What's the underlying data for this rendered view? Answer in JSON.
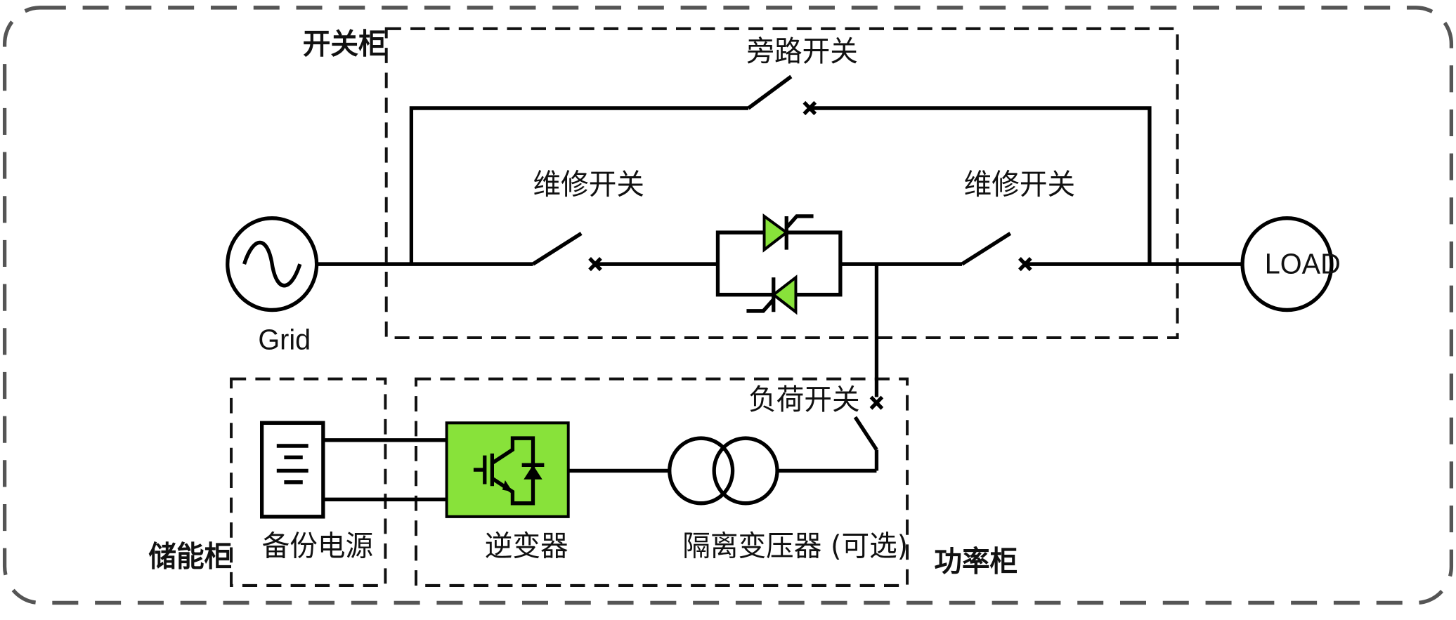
{
  "labels": {
    "switch_cabinet": "开关柜",
    "bypass_switch": "旁路开关",
    "maintenance_switch_left": "维修开关",
    "maintenance_switch_right": "维修开关",
    "grid": "Grid",
    "load": "LOAD",
    "load_switch": "负荷开关",
    "storage_cabinet": "储能柜",
    "backup_power": "备份电源",
    "inverter": "逆变器",
    "isolation_transformer": "隔离变压器 (可选)",
    "power_cabinet": "功率柜"
  },
  "colors": {
    "accent_green": "#88e23a",
    "line": "#000000",
    "frame_dash": "#555555"
  },
  "icons": {
    "grid_source": "ac-sine-source-icon",
    "thyristor": "thyristor-icon",
    "igbt": "igbt-diode-icon",
    "transformer": "transformer-icon",
    "battery": "battery-icon"
  }
}
